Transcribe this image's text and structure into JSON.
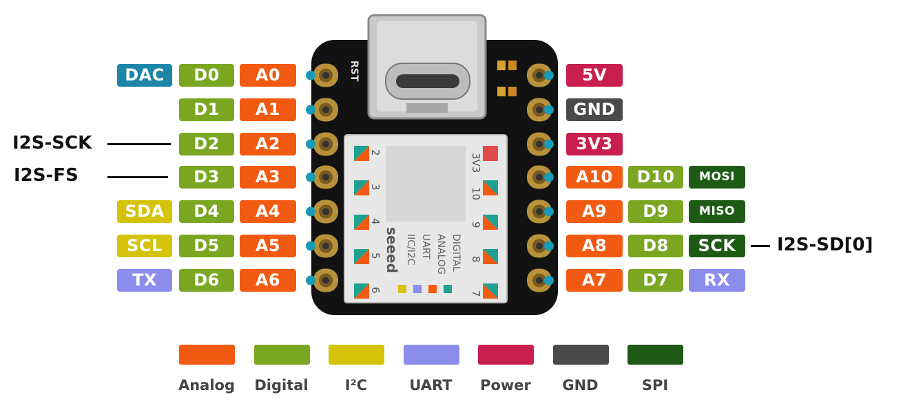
{
  "colors": {
    "analog": "#f25a11",
    "digital": "#7ba622",
    "i2c": "#d4c309",
    "uart": "#8a8dec",
    "power": "#c91f4e",
    "gnd": "#4a4a4a",
    "spi": "#1e5a16",
    "dac": "#1b86a7",
    "pin_dot": "#1a9bb5"
  },
  "left_pins": [
    {
      "extra": "DAC",
      "extra_type": "dac",
      "digital": "D0",
      "analog": "A0"
    },
    {
      "extra": "",
      "extra_type": "",
      "digital": "D1",
      "analog": "A1"
    },
    {
      "extra": "",
      "extra_type": "",
      "digital": "D2",
      "analog": "A2"
    },
    {
      "extra": "",
      "extra_type": "",
      "digital": "D3",
      "analog": "A3"
    },
    {
      "extra": "SDA",
      "extra_type": "i2c",
      "digital": "D4",
      "analog": "A4"
    },
    {
      "extra": "SCL",
      "extra_type": "i2c",
      "digital": "D5",
      "analog": "A5"
    },
    {
      "extra": "TX",
      "extra_type": "uart",
      "digital": "D6",
      "analog": "A6"
    }
  ],
  "right_pins": [
    {
      "first": "5V",
      "first_type": "power",
      "digital": "",
      "extra": "",
      "extra_type": ""
    },
    {
      "first": "GND",
      "first_type": "gnd",
      "digital": "",
      "extra": "",
      "extra_type": ""
    },
    {
      "first": "3V3",
      "first_type": "power",
      "digital": "",
      "extra": "",
      "extra_type": ""
    },
    {
      "first": "A10",
      "first_type": "analog",
      "digital": "D10",
      "extra": "MOSI",
      "extra_type": "spi"
    },
    {
      "first": "A9",
      "first_type": "analog",
      "digital": "D9",
      "extra": "MISO",
      "extra_type": "spi"
    },
    {
      "first": "A8",
      "first_type": "analog",
      "digital": "D8",
      "extra": "SCK",
      "extra_type": "spi"
    },
    {
      "first": "A7",
      "first_type": "analog",
      "digital": "D7",
      "extra": "RX",
      "extra_type": "uart"
    }
  ],
  "external_labels": {
    "i2s_sck": "I2S-SCK",
    "i2s_fs": "I2S-FS",
    "i2s_sd": "I2S-SD[0]"
  },
  "board": {
    "rst_label": "RST",
    "brand": "seeed",
    "silk_left_numbers": [
      "2",
      "3",
      "4",
      "5",
      "6"
    ],
    "silk_right_numbers": [
      "3V3",
      "10",
      "9",
      "8",
      "7"
    ],
    "chip_legend": [
      "IIC/I2C",
      "UART",
      "ANALOG",
      "DIGITAL"
    ]
  },
  "legend": [
    {
      "label": "Analog",
      "type": "analog"
    },
    {
      "label": "Digital",
      "type": "digital"
    },
    {
      "label": "I²C",
      "type": "i2c"
    },
    {
      "label": "UART",
      "type": "uart"
    },
    {
      "label": "Power",
      "type": "power"
    },
    {
      "label": "GND",
      "type": "gnd"
    },
    {
      "label": "SPI",
      "type": "spi"
    }
  ]
}
